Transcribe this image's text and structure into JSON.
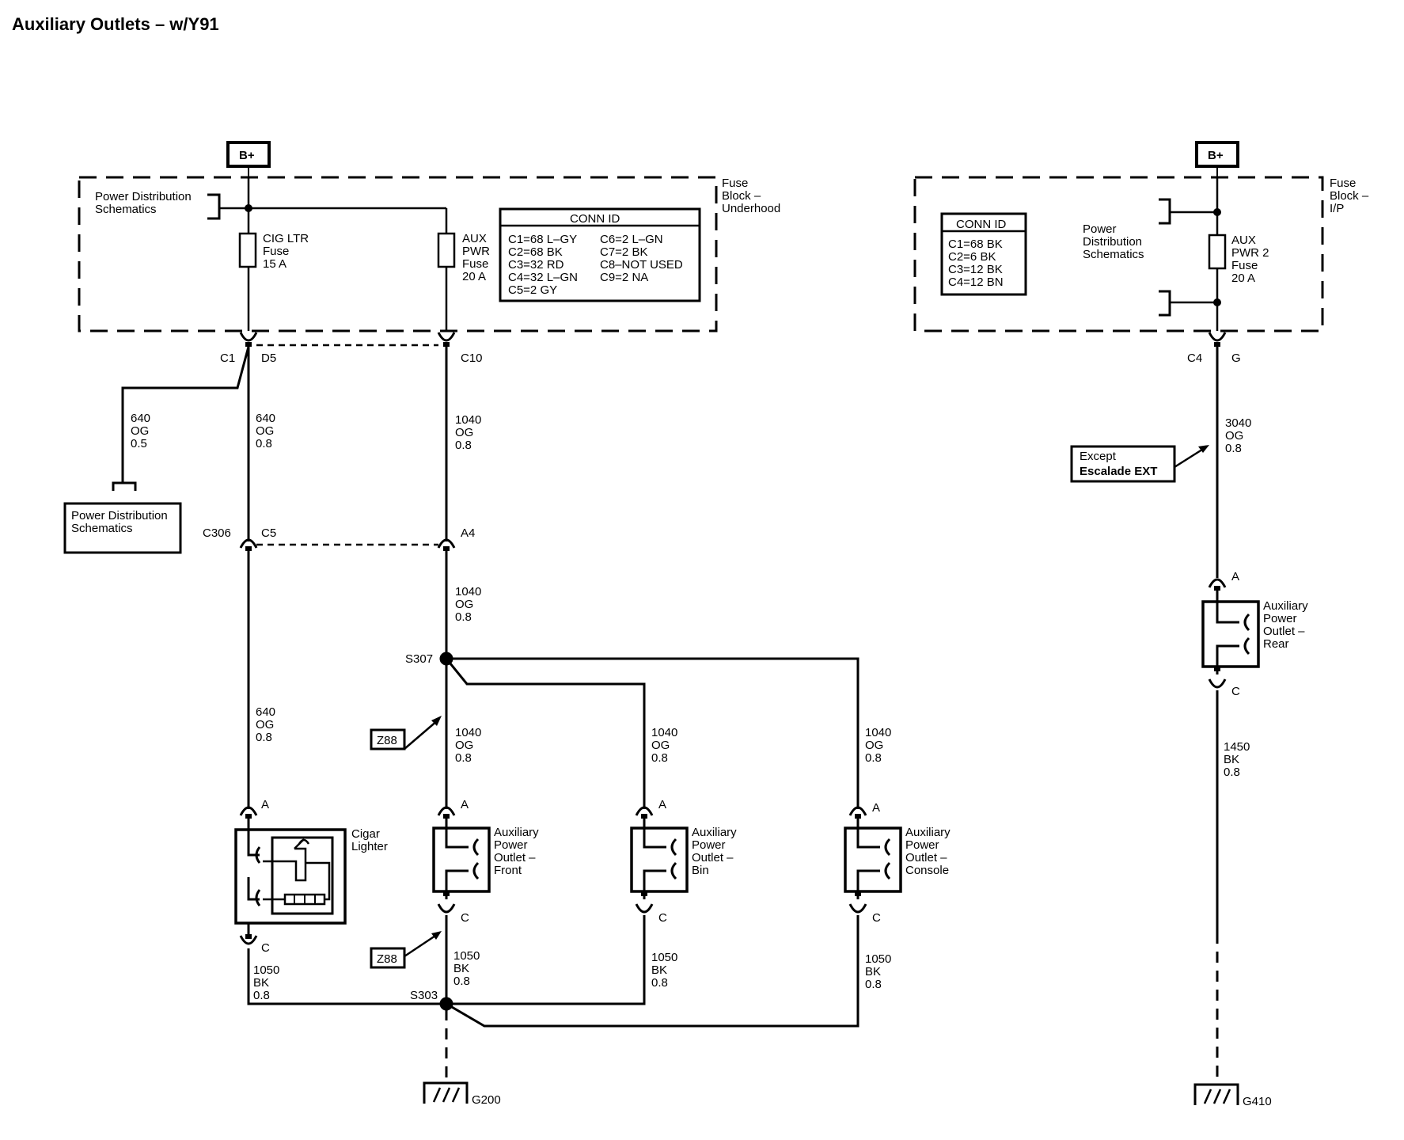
{
  "title": "Auxiliary Outlets – w/Y91",
  "left": {
    "bplus": "B+",
    "fuse_block": [
      "Fuse",
      "Block –",
      "Underhood"
    ],
    "pds_top": [
      "Power Distribution",
      "Schematics"
    ],
    "cig_fuse": [
      "CIG LTR",
      "Fuse",
      "15 A"
    ],
    "aux_fuse": [
      "AUX",
      "PWR",
      "Fuse",
      "20 A"
    ],
    "conn_title": "CONN ID",
    "conn_col1": [
      "C1=68 L–GY",
      "C2=68 BK",
      "C3=32 RD",
      "C4=32 L–GN",
      "C5=2 GY"
    ],
    "conn_col2": [
      "C6=2 L–GN",
      "C7=2 BK",
      "C8–NOT USED",
      "C9=2 NA"
    ],
    "c1": "C1",
    "d5": "D5",
    "c10": "C10",
    "w640a": [
      "640",
      "OG",
      "0.5"
    ],
    "w640b": [
      "640",
      "OG",
      "0.8"
    ],
    "w1040a": [
      "1040",
      "OG",
      "0.8"
    ],
    "pds_box": [
      "Power Distribution",
      "Schematics"
    ],
    "c306": "C306",
    "c5": "C5",
    "a4": "A4",
    "w1040b": [
      "1040",
      "OG",
      "0.8"
    ],
    "s307": "S307",
    "z88": "Z88",
    "w640c": [
      "640",
      "OG",
      "0.8"
    ],
    "w1040c": [
      "1040",
      "OG",
      "0.8"
    ],
    "w1040d": [
      "1040",
      "OG",
      "0.8"
    ],
    "w1040e": [
      "1040",
      "OG",
      "0.8"
    ],
    "pin_a": "A",
    "pin_c": "C",
    "cigar": [
      "Cigar",
      "Lighter"
    ],
    "front": [
      "Auxiliary",
      "Power",
      "Outlet –",
      "Front"
    ],
    "bin": [
      "Auxiliary",
      "Power",
      "Outlet –",
      "Bin"
    ],
    "console": [
      "Auxiliary",
      "Power",
      "Outlet –",
      "Console"
    ],
    "w1050a": [
      "1050",
      "BK",
      "0.8"
    ],
    "w1050b": [
      "1050",
      "BK",
      "0.8"
    ],
    "w1050c": [
      "1050",
      "BK",
      "0.8"
    ],
    "w1050d": [
      "1050",
      "BK",
      "0.8"
    ],
    "s303": "S303",
    "g200": "G200"
  },
  "right": {
    "bplus": "B+",
    "fuse_block": [
      "Fuse",
      "Block –",
      "I/P"
    ],
    "conn_title": "CONN ID",
    "conn": [
      "C1=68 BK",
      "C2=6 BK",
      "C3=12 BK",
      "C4=12 BN"
    ],
    "pds": [
      "Power",
      "Distribution",
      "Schematics"
    ],
    "aux2": [
      "AUX",
      "PWR 2",
      "Fuse",
      "20 A"
    ],
    "c4": "C4",
    "g": "G",
    "w3040": [
      "3040",
      "OG",
      "0.8"
    ],
    "except": [
      "Except",
      "Escalade EXT"
    ],
    "pin_a": "A",
    "pin_c": "C",
    "rear": [
      "Auxiliary",
      "Power",
      "Outlet –",
      "Rear"
    ],
    "w1450": [
      "1450",
      "BK",
      "0.8"
    ],
    "g410": "G410"
  }
}
